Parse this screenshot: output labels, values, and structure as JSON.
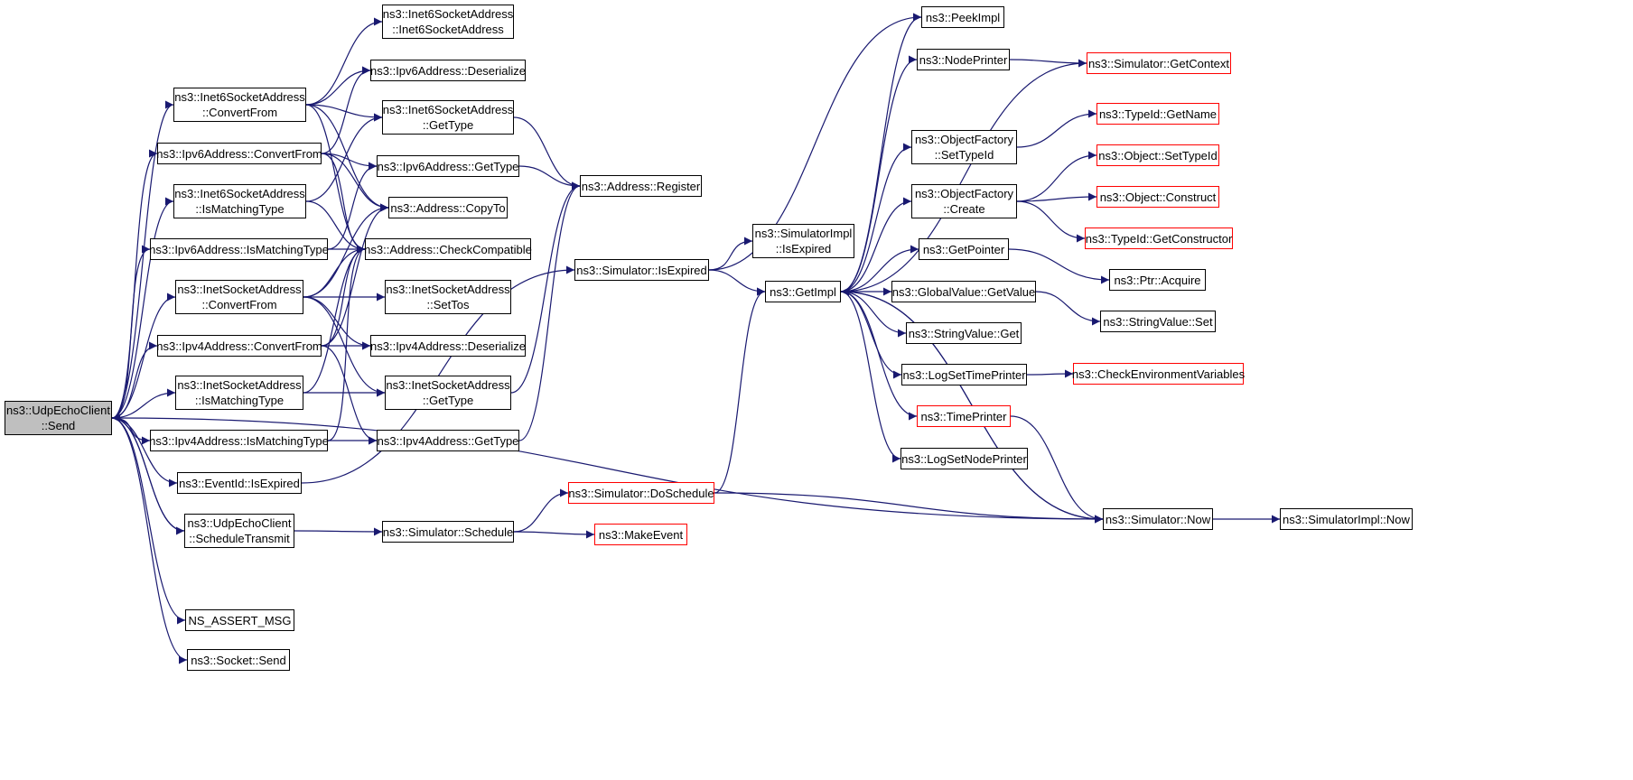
{
  "colors": {
    "edge": "#191970",
    "node_border": "#000000",
    "undocumented_border": "#ff0000",
    "root_fill": "#bfbfbf"
  },
  "nodes": {
    "udp_send": {
      "line1": "ns3::UdpEchoClient",
      "line2": "::Send"
    },
    "i6sa_convertfrom": {
      "line1": "ns3::Inet6SocketAddress",
      "line2": "::ConvertFrom"
    },
    "ipv6_convertfrom": {
      "line1": "ns3::Ipv6Address::ConvertFrom"
    },
    "i6sa_ismatching": {
      "line1": "ns3::Inet6SocketAddress",
      "line2": "::IsMatchingType"
    },
    "ipv6_ismatching": {
      "line1": "ns3::Ipv6Address::IsMatchingType"
    },
    "isa_convertfrom": {
      "line1": "ns3::InetSocketAddress",
      "line2": "::ConvertFrom"
    },
    "ipv4_convertfrom": {
      "line1": "ns3::Ipv4Address::ConvertFrom"
    },
    "isa_ismatching": {
      "line1": "ns3::InetSocketAddress",
      "line2": "::IsMatchingType"
    },
    "ipv4_ismatching": {
      "line1": "ns3::Ipv4Address::IsMatchingType"
    },
    "eventid_isexpired": {
      "line1": "ns3::EventId::IsExpired"
    },
    "udp_scheduletransmit": {
      "line1": "ns3::UdpEchoClient",
      "line2": "::ScheduleTransmit"
    },
    "ns_assert_msg": {
      "line1": "NS_ASSERT_MSG"
    },
    "socket_send": {
      "line1": "ns3::Socket::Send"
    },
    "i6sa_ctor": {
      "line1": "ns3::Inet6SocketAddress",
      "line2": "::Inet6SocketAddress"
    },
    "ipv6_deserialize": {
      "line1": "ns3::Ipv6Address::Deserialize"
    },
    "i6sa_gettype": {
      "line1": "ns3::Inet6SocketAddress",
      "line2": "::GetType"
    },
    "ipv6_gettype": {
      "line1": "ns3::Ipv6Address::GetType"
    },
    "address_copyto": {
      "line1": "ns3::Address::CopyTo"
    },
    "address_checkcompatible": {
      "line1": "ns3::Address::CheckCompatible"
    },
    "isa_settos": {
      "line1": "ns3::InetSocketAddress",
      "line2": "::SetTos"
    },
    "ipv4_deserialize": {
      "line1": "ns3::Ipv4Address::Deserialize"
    },
    "isa_gettype": {
      "line1": "ns3::InetSocketAddress",
      "line2": "::GetType"
    },
    "ipv4_gettype": {
      "line1": "ns3::Ipv4Address::GetType"
    },
    "sim_schedule": {
      "line1": "ns3::Simulator::Schedule"
    },
    "address_register": {
      "line1": "ns3::Address::Register"
    },
    "sim_isexpired": {
      "line1": "ns3::Simulator::IsExpired"
    },
    "sim_doschedule": {
      "line1": "ns3::Simulator::DoSchedule"
    },
    "makeevent": {
      "line1": "ns3::MakeEvent"
    },
    "simimpl_isexpired": {
      "line1": "ns3::SimulatorImpl",
      "line2": "::IsExpired"
    },
    "getimpl": {
      "line1": "ns3::GetImpl"
    },
    "peekimpl": {
      "line1": "ns3::PeekImpl"
    },
    "nodeprinter": {
      "line1": "ns3::NodePrinter"
    },
    "objfactory_settypeid": {
      "line1": "ns3::ObjectFactory",
      "line2": "::SetTypeId"
    },
    "objfactory_create": {
      "line1": "ns3::ObjectFactory",
      "line2": "::Create"
    },
    "getpointer": {
      "line1": "ns3::GetPointer"
    },
    "globalvalue_getvalue": {
      "line1": "ns3::GlobalValue::GetValue"
    },
    "stringvalue_get": {
      "line1": "ns3::StringValue::Get"
    },
    "logsettimeprinter": {
      "line1": "ns3::LogSetTimePrinter"
    },
    "timeprinter": {
      "line1": "ns3::TimePrinter"
    },
    "logsetnodeprinter": {
      "line1": "ns3::LogSetNodePrinter"
    },
    "sim_getcontext": {
      "line1": "ns3::Simulator::GetContext"
    },
    "typeid_getname": {
      "line1": "ns3::TypeId::GetName"
    },
    "object_settypeid": {
      "line1": "ns3::Object::SetTypeId"
    },
    "object_construct": {
      "line1": "ns3::Object::Construct"
    },
    "typeid_getconstructor": {
      "line1": "ns3::TypeId::GetConstructor"
    },
    "ptr_acquire": {
      "line1": "ns3::Ptr::Acquire"
    },
    "stringvalue_set": {
      "line1": "ns3::StringValue::Set"
    },
    "checkenvvars": {
      "line1": "ns3::CheckEnvironmentVariables"
    },
    "sim_now": {
      "line1": "ns3::Simulator::Now"
    },
    "simimpl_now": {
      "line1": "ns3::SimulatorImpl::Now"
    }
  },
  "edges": [
    [
      "udp_send",
      "i6sa_convertfrom"
    ],
    [
      "udp_send",
      "ipv6_convertfrom"
    ],
    [
      "udp_send",
      "i6sa_ismatching"
    ],
    [
      "udp_send",
      "ipv6_ismatching"
    ],
    [
      "udp_send",
      "isa_convertfrom"
    ],
    [
      "udp_send",
      "ipv4_convertfrom"
    ],
    [
      "udp_send",
      "isa_ismatching"
    ],
    [
      "udp_send",
      "ipv4_ismatching"
    ],
    [
      "udp_send",
      "eventid_isexpired"
    ],
    [
      "udp_send",
      "udp_scheduletransmit"
    ],
    [
      "udp_scheduletransmit",
      "udp_send"
    ],
    [
      "udp_send",
      "sim_now"
    ],
    [
      "udp_send",
      "ns_assert_msg"
    ],
    [
      "udp_send",
      "socket_send"
    ],
    [
      "i6sa_convertfrom",
      "i6sa_ctor"
    ],
    [
      "i6sa_convertfrom",
      "ipv6_deserialize"
    ],
    [
      "i6sa_convertfrom",
      "i6sa_gettype"
    ],
    [
      "i6sa_convertfrom",
      "address_copyto"
    ],
    [
      "i6sa_convertfrom",
      "address_checkcompatible"
    ],
    [
      "ipv6_convertfrom",
      "ipv6_gettype"
    ],
    [
      "ipv6_convertfrom",
      "address_copyto"
    ],
    [
      "ipv6_convertfrom",
      "address_checkcompatible"
    ],
    [
      "ipv6_convertfrom",
      "ipv6_deserialize"
    ],
    [
      "i6sa_ismatching",
      "i6sa_gettype"
    ],
    [
      "i6sa_ismatching",
      "address_checkcompatible"
    ],
    [
      "ipv6_ismatching",
      "ipv6_gettype"
    ],
    [
      "ipv6_ismatching",
      "address_checkcompatible"
    ],
    [
      "isa_convertfrom",
      "address_copyto"
    ],
    [
      "isa_convertfrom",
      "address_checkcompatible"
    ],
    [
      "isa_convertfrom",
      "isa_settos"
    ],
    [
      "isa_convertfrom",
      "ipv4_deserialize"
    ],
    [
      "isa_convertfrom",
      "isa_gettype"
    ],
    [
      "ipv4_convertfrom",
      "address_copyto"
    ],
    [
      "ipv4_convertfrom",
      "address_checkcompatible"
    ],
    [
      "ipv4_convertfrom",
      "ipv4_deserialize"
    ],
    [
      "ipv4_convertfrom",
      "ipv4_gettype"
    ],
    [
      "isa_ismatching",
      "isa_gettype"
    ],
    [
      "isa_ismatching",
      "address_checkcompatible"
    ],
    [
      "ipv4_ismatching",
      "ipv4_gettype"
    ],
    [
      "ipv4_ismatching",
      "address_checkcompatible"
    ],
    [
      "eventid_isexpired",
      "sim_isexpired"
    ],
    [
      "udp_scheduletransmit",
      "sim_schedule"
    ],
    [
      "i6sa_gettype",
      "address_register"
    ],
    [
      "ipv6_gettype",
      "address_register"
    ],
    [
      "isa_gettype",
      "address_register"
    ],
    [
      "ipv4_gettype",
      "address_register"
    ],
    [
      "sim_schedule",
      "sim_doschedule"
    ],
    [
      "sim_schedule",
      "makeevent"
    ],
    [
      "sim_isexpired",
      "simimpl_isexpired"
    ],
    [
      "sim_isexpired",
      "getimpl"
    ],
    [
      "sim_isexpired",
      "peekimpl"
    ],
    [
      "sim_doschedule",
      "getimpl"
    ],
    [
      "sim_doschedule",
      "sim_now"
    ],
    [
      "getimpl",
      "peekimpl"
    ],
    [
      "getimpl",
      "nodeprinter"
    ],
    [
      "getimpl",
      "objfactory_settypeid"
    ],
    [
      "getimpl",
      "objfactory_create"
    ],
    [
      "getimpl",
      "getpointer"
    ],
    [
      "getimpl",
      "globalvalue_getvalue"
    ],
    [
      "getimpl",
      "stringvalue_get"
    ],
    [
      "getimpl",
      "logsettimeprinter"
    ],
    [
      "getimpl",
      "timeprinter"
    ],
    [
      "getimpl",
      "logsetnodeprinter"
    ],
    [
      "getimpl",
      "sim_now"
    ],
    [
      "sim_now",
      "getimpl"
    ],
    [
      "sim_getcontext",
      "getimpl"
    ],
    [
      "nodeprinter",
      "sim_getcontext"
    ],
    [
      "objfactory_settypeid",
      "typeid_getname"
    ],
    [
      "objfactory_create",
      "object_settypeid"
    ],
    [
      "objfactory_create",
      "object_construct"
    ],
    [
      "objfactory_create",
      "typeid_getconstructor"
    ],
    [
      "getpointer",
      "ptr_acquire"
    ],
    [
      "globalvalue_getvalue",
      "stringvalue_set"
    ],
    [
      "logsettimeprinter",
      "checkenvvars"
    ],
    [
      "timeprinter",
      "sim_now"
    ],
    [
      "sim_now",
      "simimpl_now"
    ]
  ]
}
